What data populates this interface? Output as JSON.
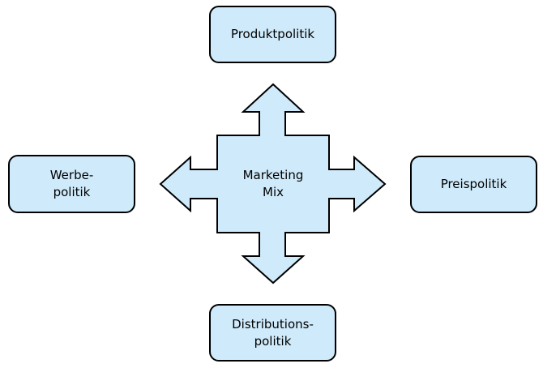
{
  "diagram": {
    "center": {
      "label": "Marketing\nMix"
    },
    "nodes": {
      "top": {
        "label": "Produktpolitik"
      },
      "right": {
        "label": "Preispolitik"
      },
      "bottom": {
        "label": "Distributions-\npolitik"
      },
      "left": {
        "label": "Werbe-\npolitik"
      }
    }
  },
  "colors": {
    "fill": "#cfeafa",
    "stroke": "#000000"
  }
}
